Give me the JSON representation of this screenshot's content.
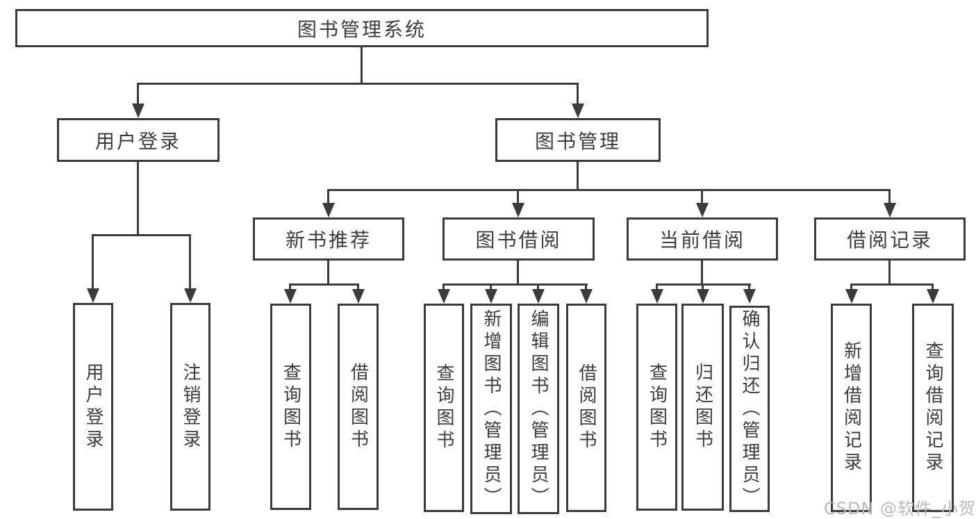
{
  "diagram": {
    "title": "图书管理系统",
    "line_color": "#3b3b3b",
    "branches": {
      "user": {
        "label": "用户登录",
        "children": [
          {
            "label": "用户登录"
          },
          {
            "label": "注销登录"
          }
        ]
      },
      "mgmt": {
        "label": "图书管理",
        "children": [
          {
            "label": "新书推荐",
            "children": [
              {
                "label": "查询图书"
              },
              {
                "label": "借阅图书"
              }
            ]
          },
          {
            "label": "图书借阅",
            "children": [
              {
                "label": "查询图书"
              },
              {
                "label": "新增图书（管理员）"
              },
              {
                "label": "编辑图书（管理员）"
              },
              {
                "label": "借阅图书"
              }
            ]
          },
          {
            "label": "当前借阅",
            "children": [
              {
                "label": "查询图书"
              },
              {
                "label": "归还图书"
              },
              {
                "label": "确认归还（管理员）"
              }
            ]
          },
          {
            "label": "借阅记录",
            "children": [
              {
                "label": "新增借阅记录"
              },
              {
                "label": "查询借阅记录"
              }
            ]
          }
        ]
      }
    }
  },
  "watermark": {
    "text": "CSDN @软件_小贺同学",
    "color": "#b9b9b9"
  }
}
